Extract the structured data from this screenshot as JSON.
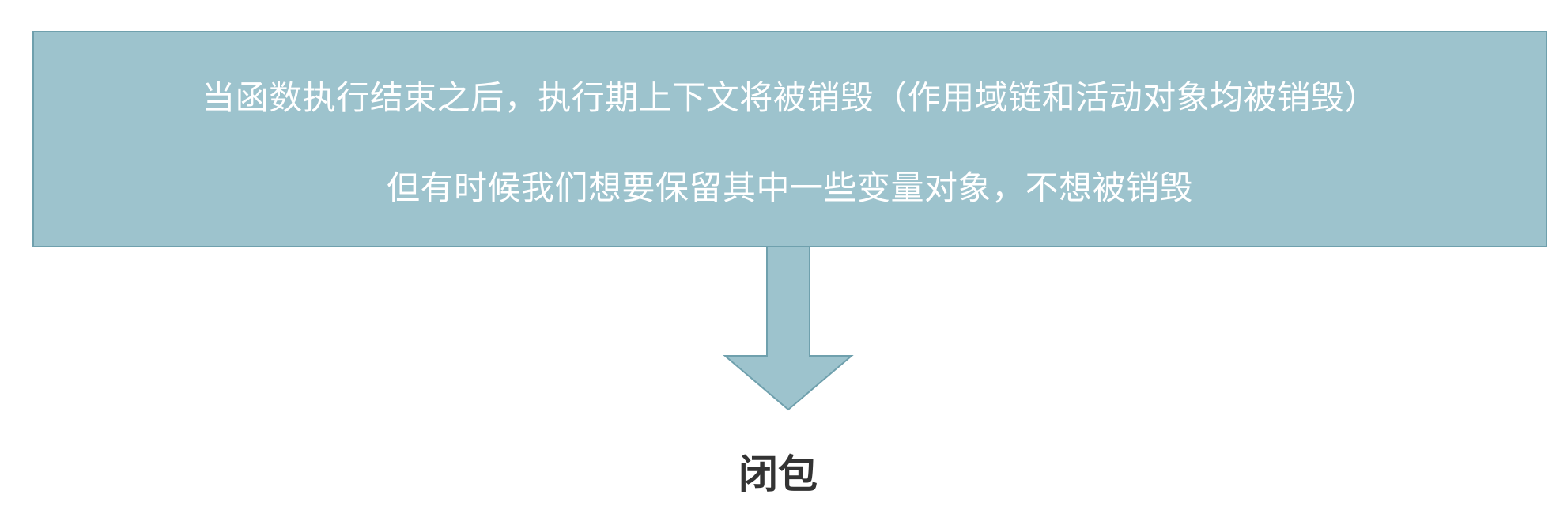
{
  "colors": {
    "box_fill": "#9dc3cd",
    "box_stroke": "#6fa0ad",
    "box_text": "#ffffff",
    "label_text": "#333333",
    "background": "#ffffff"
  },
  "diagram": {
    "box": {
      "line_1": "当函数执行结束之后，执行期上下文将被销毁（作用域链和活动对象均被销毁）",
      "line_2": "但有时候我们想要保留其中一些变量对象，不想被销毁"
    },
    "arrow": {
      "icon": "down-arrow-icon"
    },
    "result": {
      "label": "闭包"
    }
  }
}
